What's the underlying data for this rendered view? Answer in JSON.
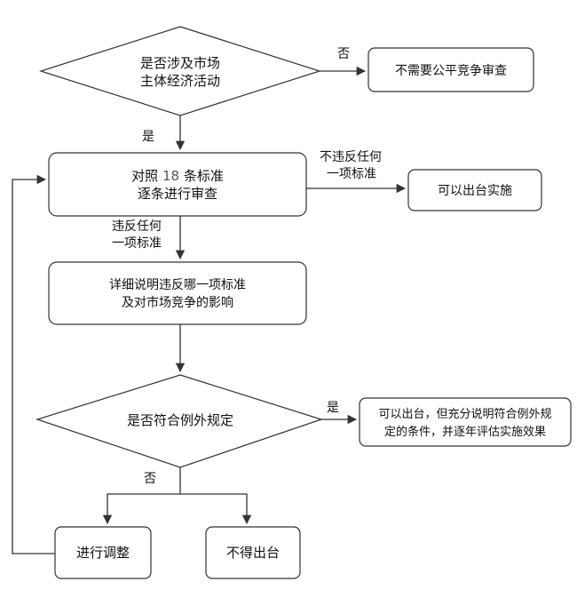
{
  "nodes": {
    "decision_market": {
      "line1": "是否涉及市场",
      "line2": "主体经济活动"
    },
    "no_review": {
      "text": "不需要公平竞争审查"
    },
    "compare_standards": {
      "line1_prefix": "对照 ",
      "line1_num": "18",
      "line1_suffix": " 条标准",
      "line2": "逐条进行审查"
    },
    "can_implement": {
      "text": "可以出台实施"
    },
    "explain_violation": {
      "line1": "详细说明违反哪一项标准",
      "line2": "及对市场竞争的影响"
    },
    "decision_exception": {
      "text": "是否符合例外规定"
    },
    "exception_ok": {
      "line1": "可以出台，但充分说明符合例外规",
      "line2": "定的条件，并逐年评估实施效果"
    },
    "adjust": {
      "text": "进行调整"
    },
    "cannot_issue": {
      "text": "不得出台"
    }
  },
  "edge_labels": {
    "market_no": "否",
    "market_yes": "是",
    "no_violation_line1": "不违反任何",
    "no_violation_line2": "一项标准",
    "violation_line1": "违反任何",
    "violation_line2": "一项标准",
    "exception_yes": "是",
    "exception_no": "否"
  },
  "colors": {
    "stroke": "#333333",
    "number_accent": "#555555"
  }
}
